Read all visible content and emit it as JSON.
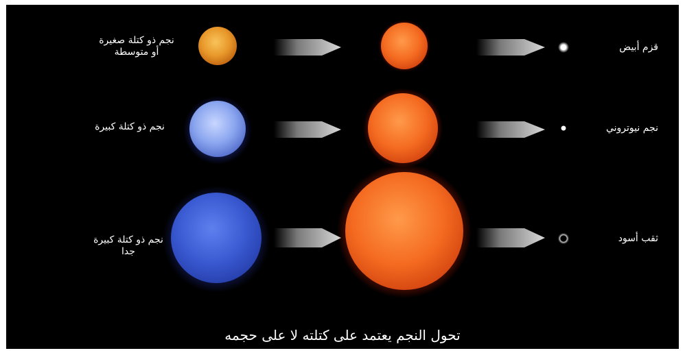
{
  "rows": [
    {
      "initial_label_lines": [
        "نجم ذو كتلة صغيرة",
        "أو متوسطة"
      ],
      "initial_star_color": "#e89a2a",
      "giant_star_color": "#f4661c",
      "remnant_label": "قزم أبيض",
      "remnant_type": "white-dwarf"
    },
    {
      "initial_label_lines": [
        "نجم ذو كتلة كبيرة"
      ],
      "initial_star_color": "#8aa6f0",
      "giant_star_color": "#f4661c",
      "remnant_label": "نجم نيوتروني",
      "remnant_type": "neutron-star"
    },
    {
      "initial_label_lines": [
        "نجم ذو كتلة كبيرة",
        "جدا"
      ],
      "initial_star_color": "#3f63d8",
      "giant_star_color": "#f96a1c",
      "remnant_label": "ثقب أسود",
      "remnant_type": "black-hole"
    }
  ],
  "caption": "تحول النجم يعتمد على كتلته لا على حجمه"
}
